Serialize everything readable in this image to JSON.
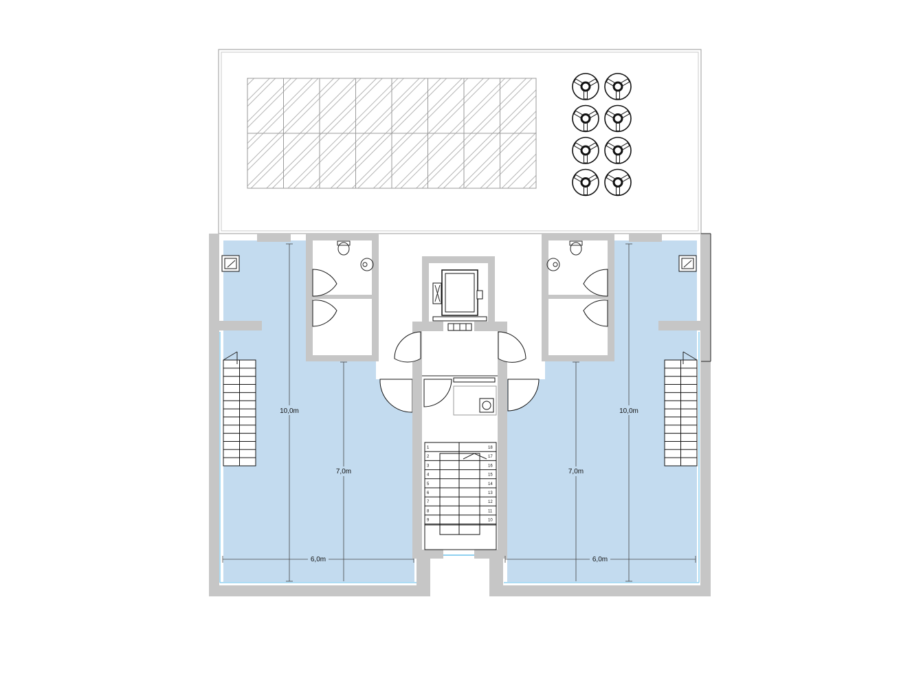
{
  "plan": {
    "dimensions": {
      "left_depth": "10,0m",
      "left_inner_depth": "7,0m",
      "left_width": "6,0m",
      "right_depth": "10,0m",
      "right_inner_depth": "7,0m",
      "right_width": "6,0m"
    },
    "stair_numbers": {
      "left": [
        "1",
        "2",
        "3",
        "4",
        "5",
        "6",
        "7",
        "8",
        "9"
      ],
      "right": [
        "18",
        "17",
        "16",
        "15",
        "14",
        "13",
        "12",
        "11",
        "10"
      ]
    },
    "rooftop": {
      "solar_panel_rows": 2,
      "solar_panel_columns": 8,
      "fan_units": 8
    },
    "colors": {
      "wall": "#c6c6c6",
      "room": "#c3dbef",
      "panel_hatch": "#b4b4b4"
    }
  }
}
